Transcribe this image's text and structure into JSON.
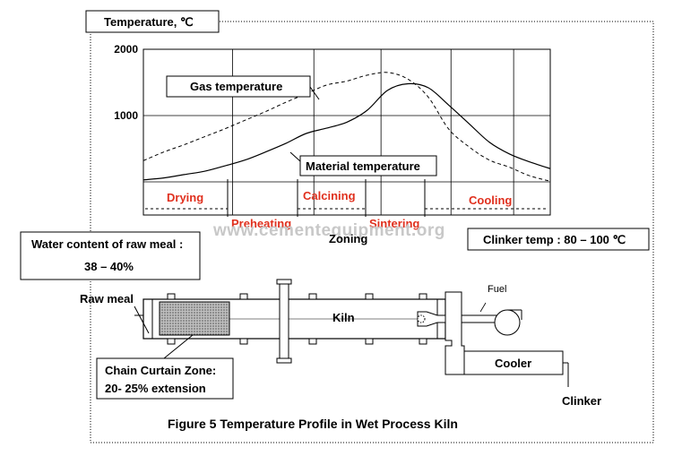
{
  "profile_chart": {
    "title": "Temperature, ℃",
    "y_ticks": [
      "2000",
      "1000"
    ],
    "xlabel": "Zoning",
    "gas_label": "Gas temperature",
    "material_label": "Material temperature",
    "zones": [
      "Drying",
      "Preheating",
      "Calcining",
      "Sintering",
      "Cooling"
    ],
    "zone_color": "#e0301e"
  },
  "chart_data": {
    "type": "line",
    "ylabel": "Temperature, ℃",
    "xlabel": "Zoning",
    "ylim": [
      0,
      2000
    ],
    "y_ticks": [
      1000,
      2000
    ],
    "grid": true,
    "categories": [
      "Drying",
      "Preheating",
      "Calcining",
      "Sintering",
      "Cooling"
    ],
    "series": [
      {
        "name": "Gas temperature",
        "style": "dashed",
        "x": [
          0,
          5,
          10,
          15,
          20,
          25,
          30,
          35,
          40,
          45,
          50,
          55,
          60,
          65,
          70,
          75,
          80,
          85,
          90,
          95,
          100
        ],
        "y": [
          320,
          450,
          560,
          680,
          800,
          930,
          1060,
          1200,
          1330,
          1460,
          1520,
          1610,
          1650,
          1550,
          1280,
          800,
          530,
          330,
          220,
          90,
          10
        ]
      },
      {
        "name": "Material temperature",
        "style": "solid",
        "x": [
          0,
          5,
          10,
          15,
          20,
          25,
          30,
          35,
          40,
          45,
          50,
          55,
          60,
          65,
          70,
          75,
          80,
          85,
          90,
          95,
          100
        ],
        "y": [
          30,
          60,
          110,
          160,
          240,
          330,
          450,
          580,
          730,
          810,
          900,
          1080,
          1380,
          1480,
          1420,
          1160,
          880,
          600,
          420,
          300,
          200
        ]
      }
    ]
  },
  "notes": {
    "water_title": "Water content of raw meal :",
    "water_value": "38 – 40%",
    "clinker_temp": "Clinker temp : 80 – 100 ℃"
  },
  "kiln": {
    "raw_meal": "Raw meal",
    "kiln_label": "Kiln",
    "fuel": "Fuel",
    "cooler": "Cooler",
    "clinker": "Clinker",
    "chain_title": "Chain Curtain Zone:",
    "chain_value": "20- 25%  extension"
  },
  "watermark": "www.cementequipment.org",
  "caption": "Figure 5 Temperature Profile in Wet Process Kiln"
}
